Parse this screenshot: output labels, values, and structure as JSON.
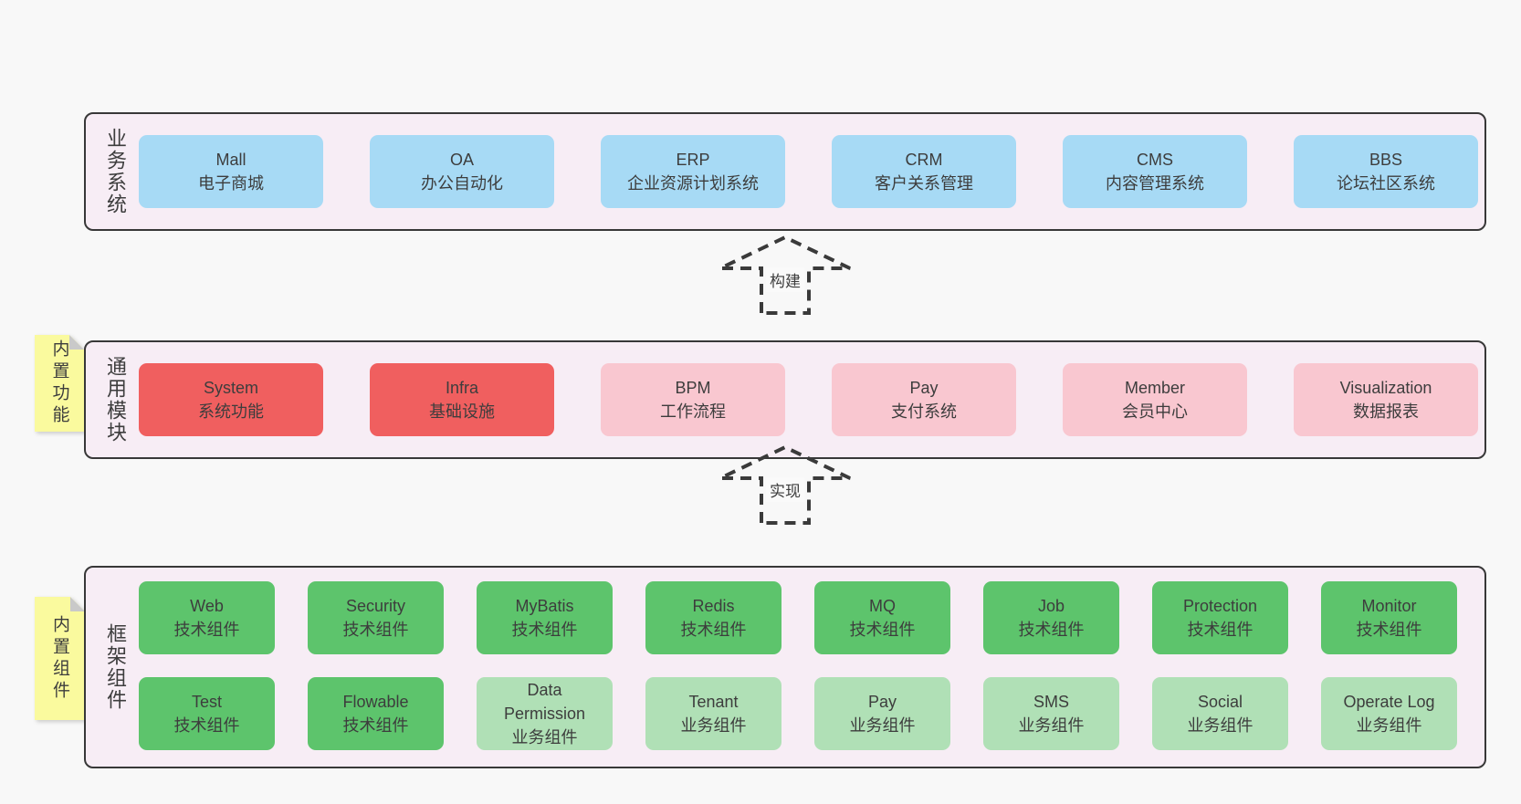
{
  "colors": {
    "page_bg": "#f8f8f8",
    "layer_bg": "#f7edf5",
    "layer_border": "#383838",
    "blue_box": "#a7daf5",
    "red_box": "#f05f5f",
    "pink_box": "#f9c7d0",
    "green_dark_box": "#5dc46c",
    "green_light_box": "#b0e0b6",
    "note_bg": "#fafa9e",
    "note_fold": "#c9c9c9",
    "text": "#3d3d3d",
    "arrow": "#3a3a3a"
  },
  "arrows": [
    {
      "label": "构建"
    },
    {
      "label": "实现"
    }
  ],
  "layers": [
    {
      "label": "业务系统",
      "boxes": [
        {
          "title": "Mall",
          "subtitle": "电子商城",
          "variant": "blue"
        },
        {
          "title": "OA",
          "subtitle": "办公自动化",
          "variant": "blue"
        },
        {
          "title": "ERP",
          "subtitle": "企业资源计划系统",
          "variant": "blue"
        },
        {
          "title": "CRM",
          "subtitle": "客户关系管理",
          "variant": "blue"
        },
        {
          "title": "CMS",
          "subtitle": "内容管理系统",
          "variant": "blue"
        },
        {
          "title": "BBS",
          "subtitle": "论坛社区系统",
          "variant": "blue"
        }
      ]
    },
    {
      "label": "通用模块",
      "note": "内置功能",
      "boxes": [
        {
          "title": "System",
          "subtitle": "系统功能",
          "variant": "red"
        },
        {
          "title": "Infra",
          "subtitle": "基础设施",
          "variant": "red"
        },
        {
          "title": "BPM",
          "subtitle": "工作流程",
          "variant": "pink"
        },
        {
          "title": "Pay",
          "subtitle": "支付系统",
          "variant": "pink"
        },
        {
          "title": "Member",
          "subtitle": "会员中心",
          "variant": "pink"
        },
        {
          "title": "Visualization",
          "subtitle": "数据报表",
          "variant": "pink"
        }
      ]
    },
    {
      "label": "框架组件",
      "note": "内置组件",
      "rows": [
        [
          {
            "title": "Web",
            "subtitle": "技术组件",
            "variant": "green"
          },
          {
            "title": "Security",
            "subtitle": "技术组件",
            "variant": "green"
          },
          {
            "title": "MyBatis",
            "subtitle": "技术组件",
            "variant": "green"
          },
          {
            "title": "Redis",
            "subtitle": "技术组件",
            "variant": "green"
          },
          {
            "title": "MQ",
            "subtitle": "技术组件",
            "variant": "green"
          },
          {
            "title": "Job",
            "subtitle": "技术组件",
            "variant": "green"
          },
          {
            "title": "Protection",
            "subtitle": "技术组件",
            "variant": "green"
          },
          {
            "title": "Monitor",
            "subtitle": "技术组件",
            "variant": "green"
          }
        ],
        [
          {
            "title": "Test",
            "subtitle": "技术组件",
            "variant": "green"
          },
          {
            "title": "Flowable",
            "subtitle": "技术组件",
            "variant": "green"
          },
          {
            "title": "Data Permission",
            "subtitle": "业务组件",
            "variant": "green-light"
          },
          {
            "title": "Tenant",
            "subtitle": "业务组件",
            "variant": "green-light"
          },
          {
            "title": "Pay",
            "subtitle": "业务组件",
            "variant": "green-light"
          },
          {
            "title": "SMS",
            "subtitle": "业务组件",
            "variant": "green-light"
          },
          {
            "title": "Social",
            "subtitle": "业务组件",
            "variant": "green-light"
          },
          {
            "title": "Operate Log",
            "subtitle": "业务组件",
            "variant": "green-light"
          }
        ]
      ]
    }
  ]
}
